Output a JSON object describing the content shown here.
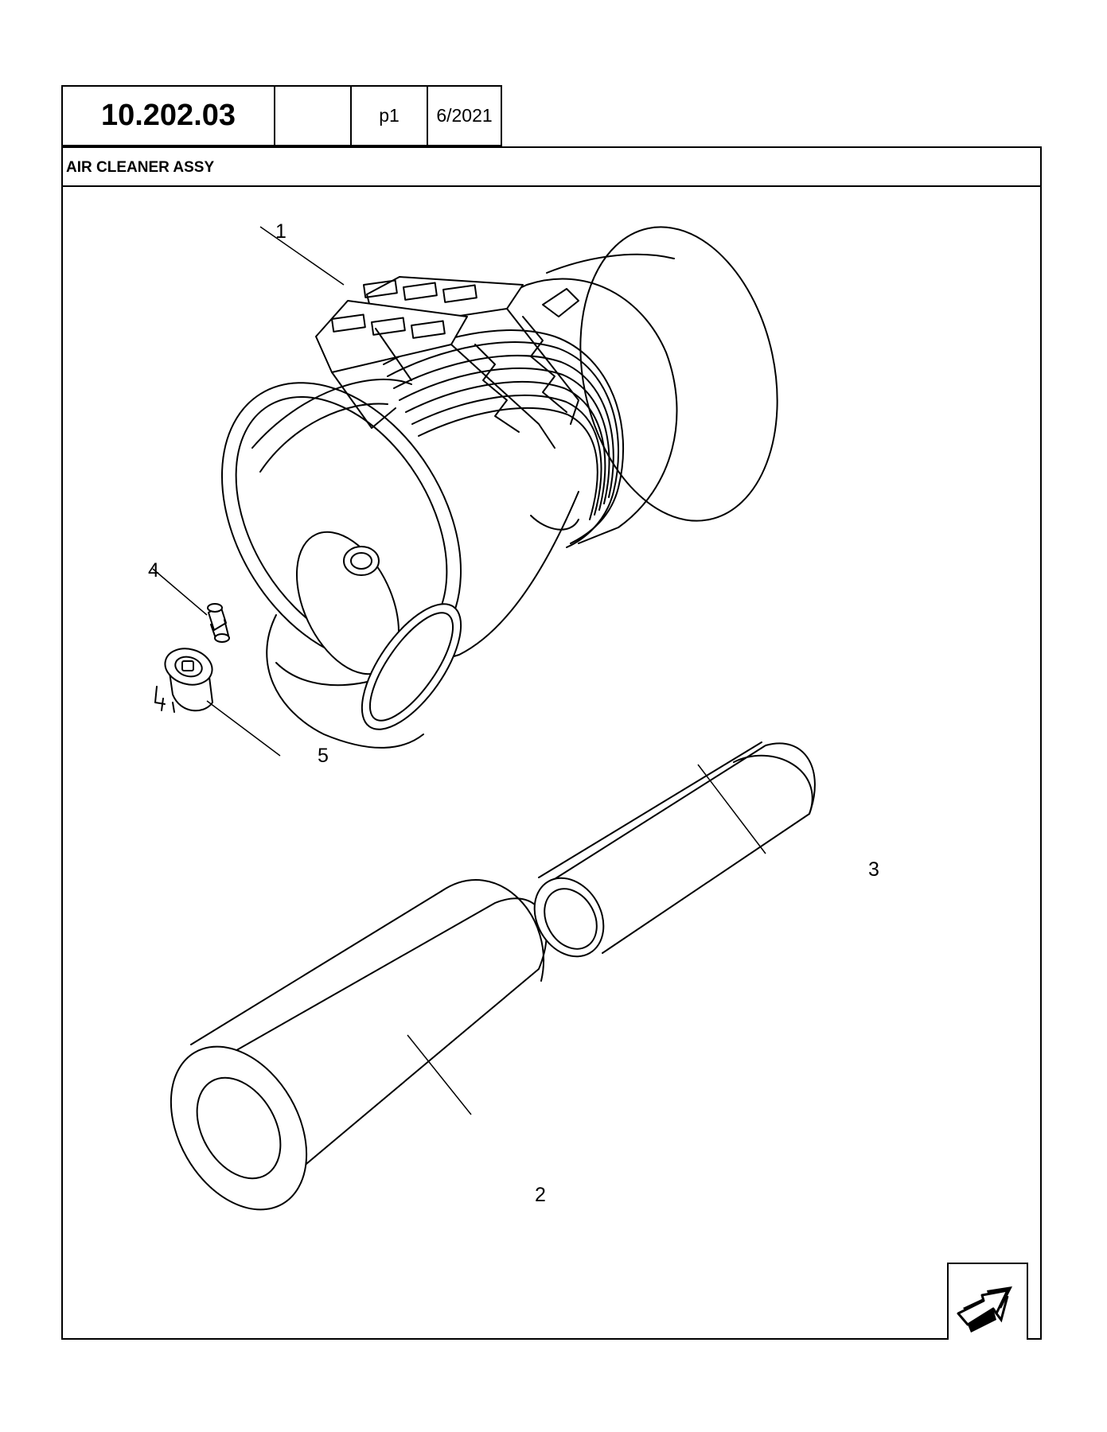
{
  "header": {
    "code": "10.202.03",
    "blank": "",
    "page": "p1",
    "date": "6/2021"
  },
  "title": "AIR CLEANER ASSY",
  "callouts": [
    "1",
    "2",
    "3",
    "4",
    "5"
  ],
  "icons": {
    "nav": "arrow-next-icon"
  }
}
